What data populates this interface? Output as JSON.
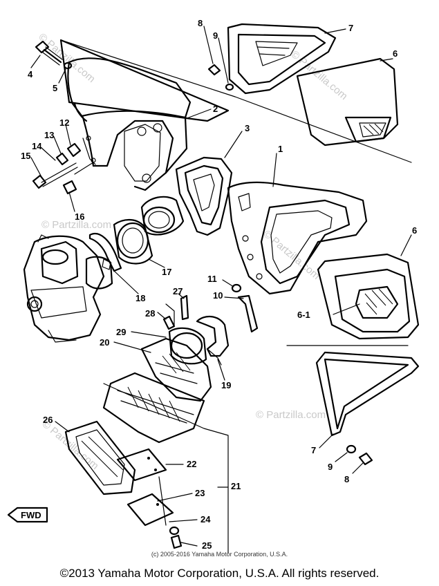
{
  "watermark": {
    "text": "© Partzilla.com"
  },
  "callouts": [
    {
      "id": "p4",
      "label": "4"
    },
    {
      "id": "p5",
      "label": "5"
    },
    {
      "id": "p8a",
      "label": "8"
    },
    {
      "id": "p9a",
      "label": "9"
    },
    {
      "id": "p7a",
      "label": "7"
    },
    {
      "id": "p6a",
      "label": "6"
    },
    {
      "id": "p2",
      "label": "2"
    },
    {
      "id": "p3",
      "label": "3"
    },
    {
      "id": "p12",
      "label": "12"
    },
    {
      "id": "p13",
      "label": "13"
    },
    {
      "id": "p14",
      "label": "14"
    },
    {
      "id": "p15",
      "label": "15"
    },
    {
      "id": "p16",
      "label": "16"
    },
    {
      "id": "p1",
      "label": "1"
    },
    {
      "id": "p6b",
      "label": "6"
    },
    {
      "id": "p61",
      "label": "6-1"
    },
    {
      "id": "p11",
      "label": "11"
    },
    {
      "id": "p10",
      "label": "10"
    },
    {
      "id": "p17",
      "label": "17"
    },
    {
      "id": "p18",
      "label": "18"
    },
    {
      "id": "p27",
      "label": "27"
    },
    {
      "id": "p28",
      "label": "28"
    },
    {
      "id": "p29",
      "label": "29"
    },
    {
      "id": "p20",
      "label": "20"
    },
    {
      "id": "p19",
      "label": "19"
    },
    {
      "id": "p26",
      "label": "26"
    },
    {
      "id": "p22",
      "label": "22"
    },
    {
      "id": "p21",
      "label": "21"
    },
    {
      "id": "p23",
      "label": "23"
    },
    {
      "id": "p24",
      "label": "24"
    },
    {
      "id": "p25",
      "label": "25"
    },
    {
      "id": "p7b",
      "label": "7"
    },
    {
      "id": "p9b",
      "label": "9"
    },
    {
      "id": "p8b",
      "label": "8"
    }
  ],
  "fwd_label": "FWD",
  "footer": {
    "small": "(c) 2005-2016 Yamaha Motor Corporation, U.S.A.",
    "main": "©2013 Yamaha Motor Corporation, U.S.A. All rights reserved."
  }
}
